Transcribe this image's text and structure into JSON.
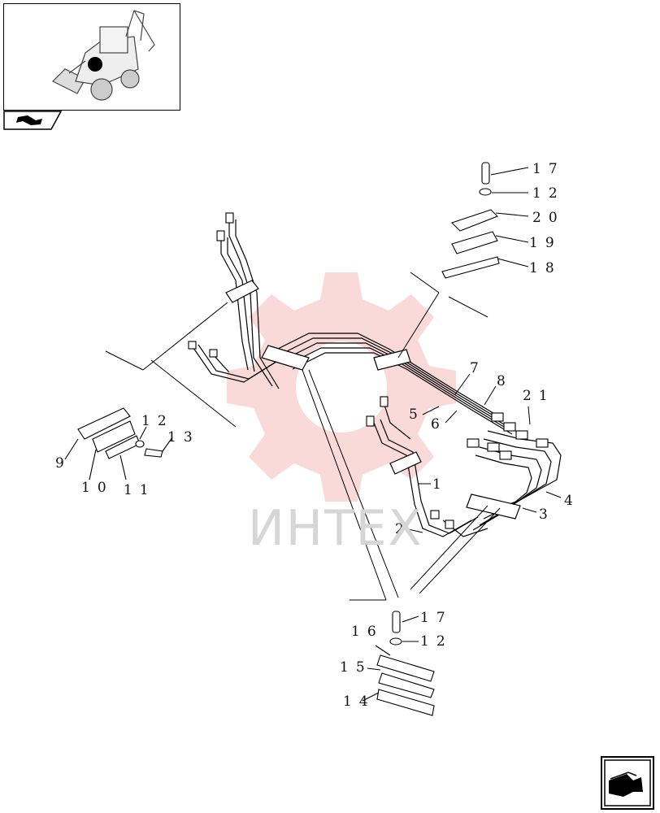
{
  "thumbnail": {
    "icon": "backhoe-loader-icon",
    "marker_color": "#000000"
  },
  "nav_icons": {
    "previous": "back-arrow-icon",
    "next": "next-arrow-icon"
  },
  "watermark": {
    "text": "ИНТЕХ",
    "logo": "gear-logo",
    "color": "#f3aaaa"
  },
  "callouts": {
    "c1": "1",
    "c2": "2",
    "c3": "3",
    "c4": "4",
    "c5": "5",
    "c6": "6",
    "c7": "7",
    "c8": "8",
    "c9": "9",
    "c10": "10",
    "c11": "11",
    "c12a": "12",
    "c12b": "12",
    "c12c": "12",
    "c13": "13",
    "c14": "14",
    "c15": "15",
    "c16": "16",
    "c17a": "17",
    "c17b": "17",
    "c18": "18",
    "c19": "19",
    "c20": "20",
    "c21": "21"
  }
}
